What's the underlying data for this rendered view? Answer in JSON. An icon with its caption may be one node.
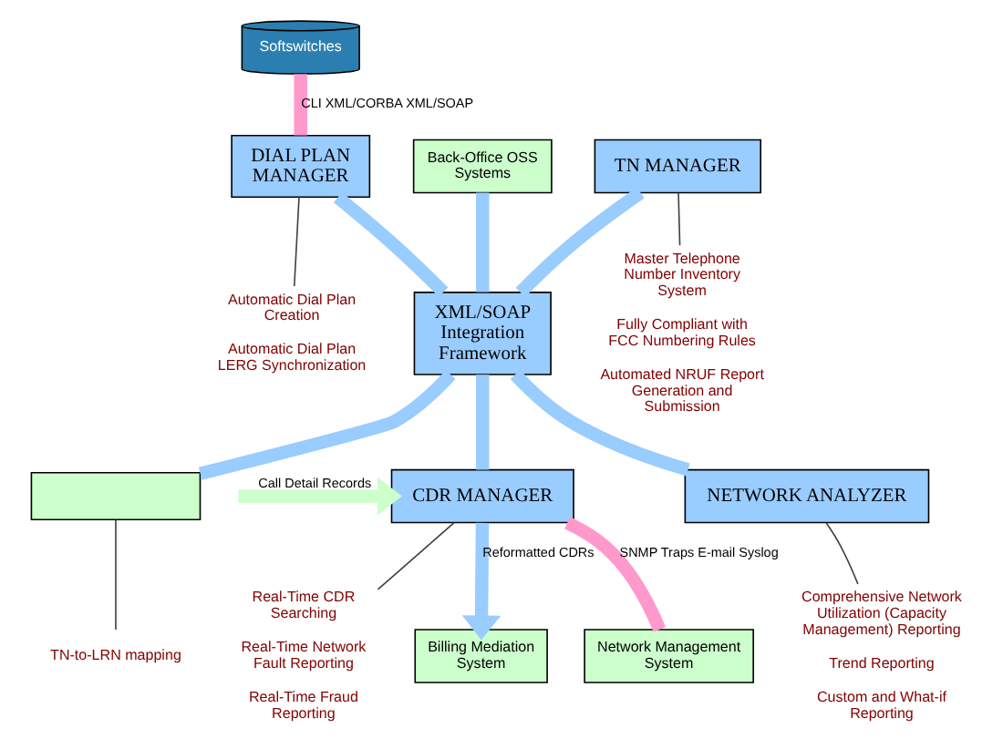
{
  "diagram": {
    "nodes": [
      {
        "text": [
          "Softswitches"
        ]
      },
      {
        "text": [
          "Back-Office OSS Systems"
        ]
      },
      {
        "text": [
          "DIAL PLAN MANAGER"
        ]
      },
      {
        "text": [
          "TN MANAGER"
        ]
      },
      {
        "text": [
          "XML/SOAP Integration Framework"
        ]
      },
      {
        "text": [],
        "shape": "box"
      },
      {
        "text": [
          "CDR MANAGER"
        ]
      },
      {
        "text": [
          "NETWORK ANALYZER"
        ]
      },
      {
        "text": [
          "Billing Mediation System"
        ]
      },
      {
        "text": [
          "Network Management System"
        ]
      },
      {
        "text": [
          "Automatic Dial Plan Creation",
          "Automatic Dial Plan LERG Synchronization"
        ]
      },
      {
        "text": [
          "Master Telephone Number Inventory System",
          "Fully Compliant with FCC Numbering Rules",
          "Automated NRUF Report Generation and Submission"
        ]
      },
      {
        "text": [
          "TN-to-LRN mapping"
        ]
      },
      {
        "text": [
          "Real-Time CDR Searching",
          "Real-Time Network Fault Reporting",
          "Real-Time Fraud Reporting"
        ]
      },
      {
        "text": [
          "Comprehensive Network Utilization (Capacity Management) Reporting",
          "Trend Reporting",
          "Custom and What-if Reporting"
        ]
      }
    ],
    "edges": [
      {
        "from": 0,
        "to": 2,
        "arrow": "none",
        "label": "CLI XML/CORBA XML/SOAP",
        "color": "#ff99cc"
      },
      {
        "from": 1,
        "to": 4,
        "arrow": "none"
      },
      {
        "from": 2,
        "to": 4,
        "arrow": "none"
      },
      {
        "from": 3,
        "to": 4,
        "arrow": "none"
      },
      {
        "from": 4,
        "to": 5,
        "arrow": "none"
      },
      {
        "from": 4,
        "to": 6,
        "arrow": "none"
      },
      {
        "from": 4,
        "to": 7,
        "arrow": "none"
      },
      {
        "from": null,
        "to": 6,
        "arrow": "to",
        "label": "Call Detail Records",
        "color": "#ccffcc"
      },
      {
        "from": 6,
        "to": 8,
        "arrow": "to",
        "label": "Reformatted CDRs"
      },
      {
        "from": 6,
        "to": 9,
        "arrow": "none",
        "label": "SNMP Traps E-mail Syslog",
        "color": "#ff99cc"
      },
      {
        "from": 2,
        "to": 10,
        "arrow": "none",
        "color": "#404040"
      },
      {
        "from": 3,
        "to": 11,
        "arrow": "none",
        "color": "#404040"
      },
      {
        "from": 5,
        "to": 12,
        "arrow": "none",
        "color": "#404040"
      },
      {
        "from": 6,
        "to": 13,
        "arrow": "none",
        "color": "#404040"
      },
      {
        "from": 7,
        "to": 14,
        "arrow": "none",
        "color": "#404040"
      }
    ]
  }
}
